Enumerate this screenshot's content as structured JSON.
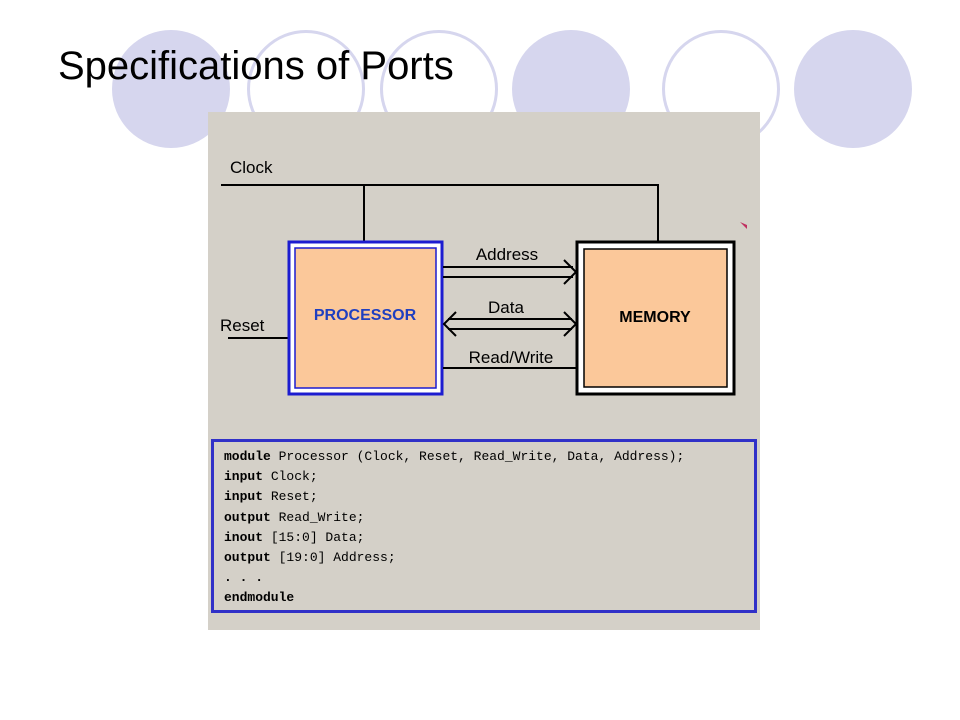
{
  "slide": {
    "title": "Specifications of Ports"
  },
  "diagram": {
    "signals": {
      "clock": "Clock",
      "reset": "Reset",
      "address": "Address",
      "data": "Data",
      "read_write": "Read/Write"
    },
    "blocks": {
      "processor": "PROCESSOR",
      "memory": "MEMORY"
    }
  },
  "code": [
    {
      "kw": "module",
      "rest": " Processor (Clock, Reset, Read_Write, Data, Address);"
    },
    {
      "kw": "input",
      "rest": " Clock;"
    },
    {
      "kw": "input",
      "rest": " Reset;"
    },
    {
      "kw": "output",
      "rest": " Read_Write;"
    },
    {
      "kw": "inout",
      "rest": " [15:0] Data;"
    },
    {
      "kw": "output",
      "rest": " [19:0] Address;"
    },
    {
      "kw": ". . .",
      "rest": ""
    },
    {
      "kw": "endmodule",
      "rest": ""
    }
  ],
  "colors": {
    "block_fill": "#fbc89a",
    "processor_border": "#1c1cd0",
    "processor_label": "#1f3fc0",
    "decor_circle": "#d6d6ee",
    "figure_background": "#d4d0c8"
  }
}
